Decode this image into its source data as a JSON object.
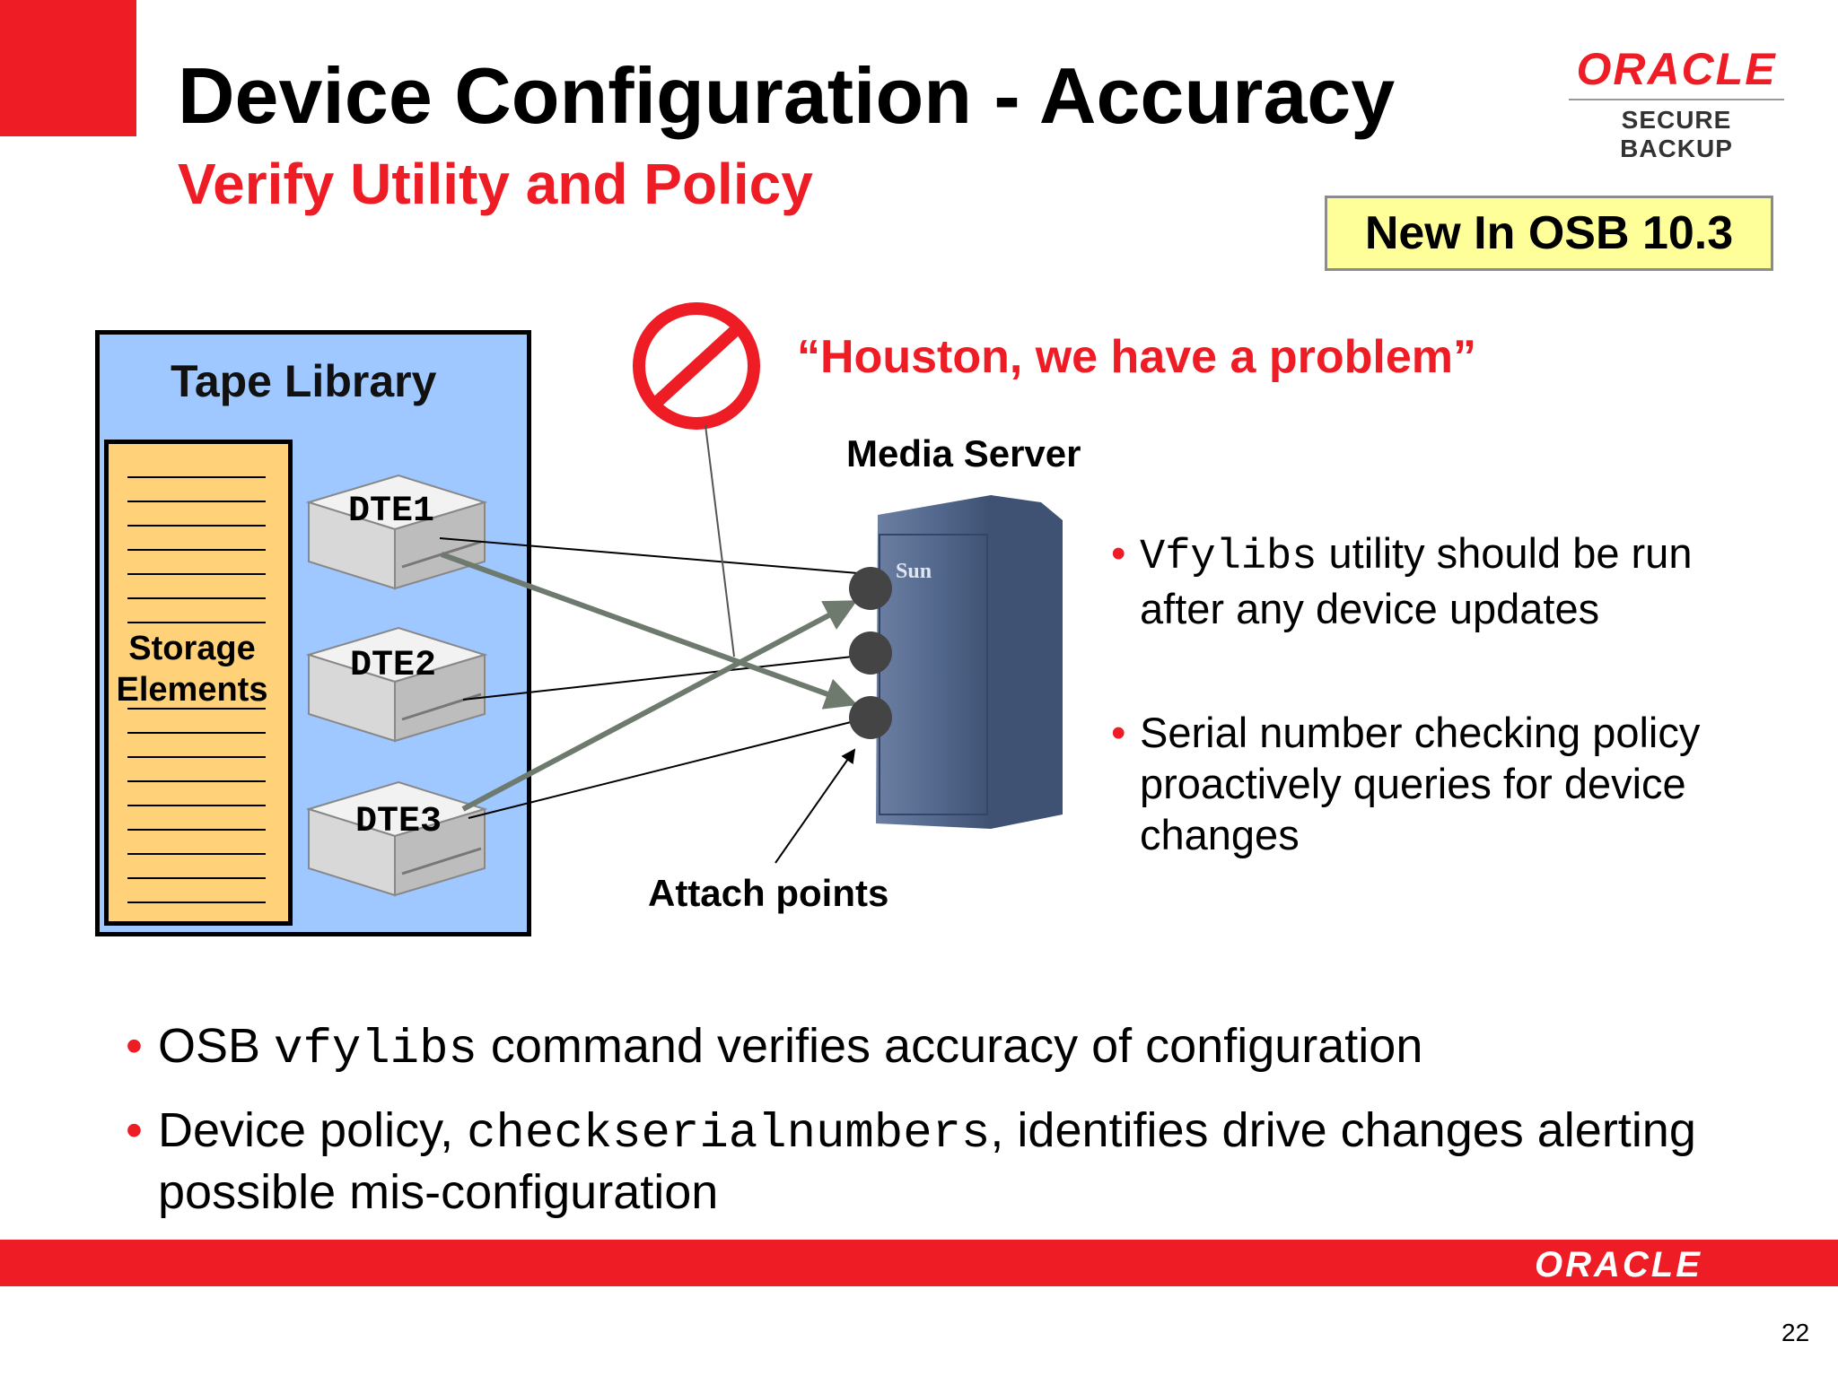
{
  "title": "Device Configuration - Accuracy",
  "subtitle": "Verify Utility and Policy",
  "brand": {
    "word": "ORACLE",
    "product": "SECURE BACKUP"
  },
  "badge": "New In OSB 10.3",
  "diagram": {
    "library_title": "Tape Library",
    "storage_label": "Storage Elements",
    "drives": [
      "DTE1",
      "DTE2",
      "DTE3"
    ],
    "warning": "“Houston, we have a problem”",
    "media_server_label": "Media Server",
    "attach_label": "Attach points",
    "server_logo": "Sun",
    "icons": [
      "no-entry-icon",
      "tape-drive-icon",
      "server-icon"
    ],
    "colors": {
      "red": "#ee1c25",
      "library_blue": "#9ec8ff",
      "storage_orange": "#ffd27a",
      "arrow_gray": "#6e7a6e",
      "server_blue": "#4a5f82"
    }
  },
  "right_bullets": [
    {
      "code": "Vfylibs",
      "text": " utility should be run after any device updates"
    },
    {
      "code": "",
      "text": "Serial number checking policy proactively queries for device changes"
    }
  ],
  "bottom_bullets": [
    {
      "before": "OSB ",
      "code": "vfylibs",
      "after": " command verifies accuracy of configuration"
    },
    {
      "before": "Device policy, ",
      "code": "checkserialnumbers",
      "after": ", identifies drive changes alerting possible mis-configuration"
    }
  ],
  "footer_logo": "ORACLE",
  "page_number": "22"
}
